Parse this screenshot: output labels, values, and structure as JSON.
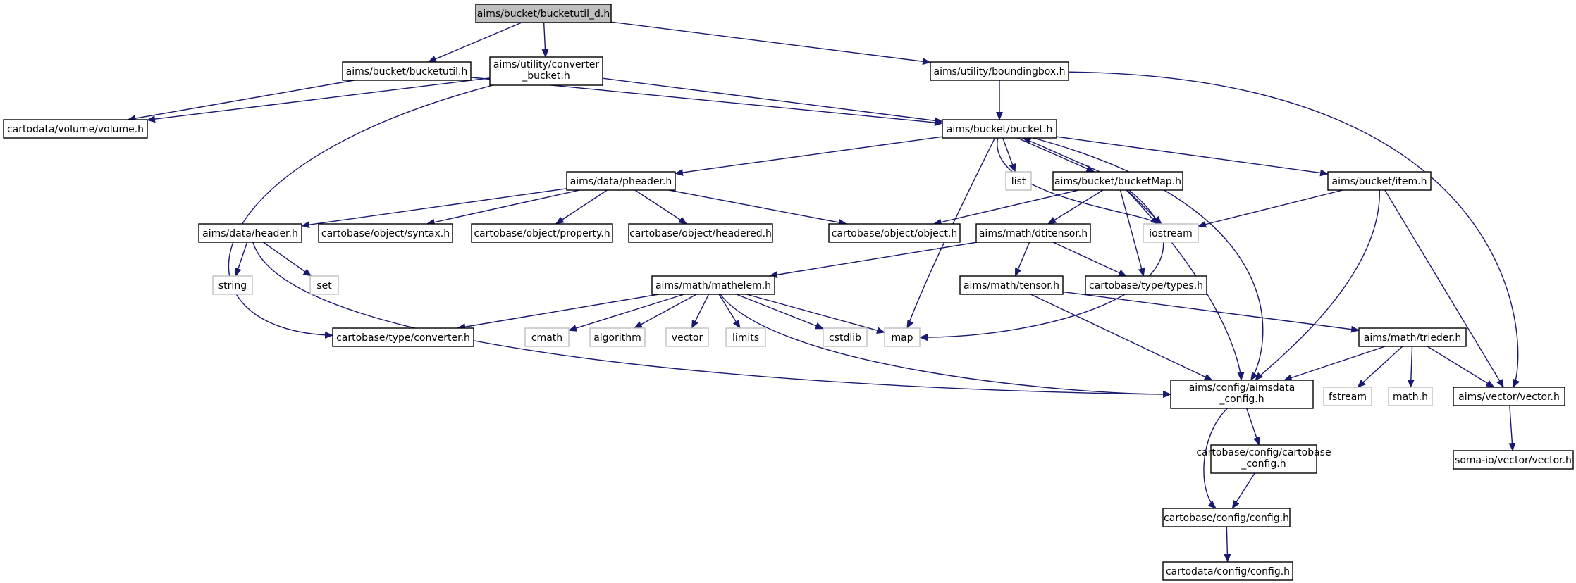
{
  "colors": {
    "edge": "#191970",
    "node_border": "#000000",
    "system_border": "#bfbfbf",
    "root_fill": "#bfbfbf",
    "node_fill": "#ffffff"
  },
  "nodes": [
    {
      "id": "root",
      "lines": [
        "aims/bucket/bucketutil_d.h"
      ],
      "kind": "root"
    },
    {
      "id": "bucketutil",
      "lines": [
        "aims/bucket/bucketutil.h"
      ],
      "kind": "file"
    },
    {
      "id": "converter_bucket",
      "lines": [
        "aims/utility/converter",
        "_bucket.h"
      ],
      "kind": "file"
    },
    {
      "id": "boundingbox",
      "lines": [
        "aims/utility/boundingbox.h"
      ],
      "kind": "file"
    },
    {
      "id": "volume",
      "lines": [
        "cartodata/volume/volume.h"
      ],
      "kind": "file"
    },
    {
      "id": "bucket",
      "lines": [
        "aims/bucket/bucket.h"
      ],
      "kind": "file"
    },
    {
      "id": "pheader",
      "lines": [
        "aims/data/pheader.h"
      ],
      "kind": "file"
    },
    {
      "id": "list",
      "lines": [
        "list"
      ],
      "kind": "system"
    },
    {
      "id": "bucketMap",
      "lines": [
        "aims/bucket/bucketMap.h"
      ],
      "kind": "file"
    },
    {
      "id": "item",
      "lines": [
        "aims/bucket/item.h"
      ],
      "kind": "file"
    },
    {
      "id": "header",
      "lines": [
        "aims/data/header.h"
      ],
      "kind": "file"
    },
    {
      "id": "syntax",
      "lines": [
        "cartobase/object/syntax.h"
      ],
      "kind": "file"
    },
    {
      "id": "property",
      "lines": [
        "cartobase/object/property.h"
      ],
      "kind": "file"
    },
    {
      "id": "headered",
      "lines": [
        "cartobase/object/headered.h"
      ],
      "kind": "file"
    },
    {
      "id": "object",
      "lines": [
        "cartobase/object/object.h"
      ],
      "kind": "file"
    },
    {
      "id": "dtitensor",
      "lines": [
        "aims/math/dtitensor.h"
      ],
      "kind": "file"
    },
    {
      "id": "iostream",
      "lines": [
        "iostream"
      ],
      "kind": "system"
    },
    {
      "id": "string",
      "lines": [
        "string"
      ],
      "kind": "system"
    },
    {
      "id": "set",
      "lines": [
        "set"
      ],
      "kind": "system"
    },
    {
      "id": "mathelem",
      "lines": [
        "aims/math/mathelem.h"
      ],
      "kind": "file"
    },
    {
      "id": "tensor",
      "lines": [
        "aims/math/tensor.h"
      ],
      "kind": "file"
    },
    {
      "id": "types",
      "lines": [
        "cartobase/type/types.h"
      ],
      "kind": "file"
    },
    {
      "id": "converter",
      "lines": [
        "cartobase/type/converter.h"
      ],
      "kind": "file"
    },
    {
      "id": "cmath",
      "lines": [
        "cmath"
      ],
      "kind": "system"
    },
    {
      "id": "algorithm",
      "lines": [
        "algorithm"
      ],
      "kind": "system"
    },
    {
      "id": "vector",
      "lines": [
        "vector"
      ],
      "kind": "system"
    },
    {
      "id": "limits",
      "lines": [
        "limits"
      ],
      "kind": "system"
    },
    {
      "id": "cstdlib",
      "lines": [
        "cstdlib"
      ],
      "kind": "system"
    },
    {
      "id": "map",
      "lines": [
        "map"
      ],
      "kind": "system"
    },
    {
      "id": "trieder",
      "lines": [
        "aims/math/trieder.h"
      ],
      "kind": "file"
    },
    {
      "id": "aimsdata_config",
      "lines": [
        "aims/config/aimsdata",
        "_config.h"
      ],
      "kind": "file"
    },
    {
      "id": "fstream",
      "lines": [
        "fstream"
      ],
      "kind": "system"
    },
    {
      "id": "math",
      "lines": [
        "math.h"
      ],
      "kind": "system"
    },
    {
      "id": "aimsvector",
      "lines": [
        "aims/vector/vector.h"
      ],
      "kind": "file"
    },
    {
      "id": "cartobase_config",
      "lines": [
        "cartobase/config/cartobase",
        "_config.h"
      ],
      "kind": "file"
    },
    {
      "id": "somaio_vector",
      "lines": [
        "soma-io/vector/vector.h"
      ],
      "kind": "file"
    },
    {
      "id": "cb_config",
      "lines": [
        "cartobase/config/config.h"
      ],
      "kind": "file"
    },
    {
      "id": "cd_config",
      "lines": [
        "cartodata/config/config.h"
      ],
      "kind": "file"
    }
  ],
  "edges": [
    [
      "root",
      "bucketutil"
    ],
    [
      "root",
      "converter_bucket"
    ],
    [
      "root",
      "boundingbox"
    ],
    [
      "bucketutil",
      "volume"
    ],
    [
      "bucketutil",
      "bucket"
    ],
    [
      "converter_bucket",
      "volume"
    ],
    [
      "converter_bucket",
      "bucket"
    ],
    [
      "converter_bucket",
      "converter"
    ],
    [
      "boundingbox",
      "bucket"
    ],
    [
      "boundingbox",
      "aimsvector"
    ],
    [
      "bucket",
      "pheader"
    ],
    [
      "bucket",
      "list"
    ],
    [
      "bucket",
      "bucketMap"
    ],
    [
      "bucket",
      "item"
    ],
    [
      "bucket",
      "iostream"
    ],
    [
      "bucket",
      "map"
    ],
    [
      "bucket",
      "aimsdata_config"
    ],
    [
      "bucketMap",
      "bucket"
    ],
    [
      "bucketMap",
      "object"
    ],
    [
      "bucketMap",
      "dtitensor"
    ],
    [
      "bucketMap",
      "iostream"
    ],
    [
      "bucketMap",
      "types"
    ],
    [
      "bucketMap",
      "map"
    ],
    [
      "bucketMap",
      "aimsdata_config"
    ],
    [
      "item",
      "iostream"
    ],
    [
      "item",
      "aimsdata_config"
    ],
    [
      "item",
      "aimsvector"
    ],
    [
      "pheader",
      "header"
    ],
    [
      "pheader",
      "syntax"
    ],
    [
      "pheader",
      "property"
    ],
    [
      "pheader",
      "headered"
    ],
    [
      "pheader",
      "object"
    ],
    [
      "header",
      "string"
    ],
    [
      "header",
      "set"
    ],
    [
      "header",
      "aimsdata_config"
    ],
    [
      "dtitensor",
      "mathelem"
    ],
    [
      "dtitensor",
      "tensor"
    ],
    [
      "dtitensor",
      "types"
    ],
    [
      "mathelem",
      "converter"
    ],
    [
      "mathelem",
      "cmath"
    ],
    [
      "mathelem",
      "algorithm"
    ],
    [
      "mathelem",
      "vector"
    ],
    [
      "mathelem",
      "limits"
    ],
    [
      "mathelem",
      "cstdlib"
    ],
    [
      "mathelem",
      "map"
    ],
    [
      "mathelem",
      "aimsdata_config"
    ],
    [
      "tensor",
      "trieder"
    ],
    [
      "tensor",
      "aimsdata_config"
    ],
    [
      "trieder",
      "aimsdata_config"
    ],
    [
      "trieder",
      "fstream"
    ],
    [
      "trieder",
      "math"
    ],
    [
      "trieder",
      "aimsvector"
    ],
    [
      "aimsdata_config",
      "cartobase_config"
    ],
    [
      "aimsdata_config",
      "cb_config"
    ],
    [
      "cartobase_config",
      "cb_config"
    ],
    [
      "aimsvector",
      "somaio_vector"
    ],
    [
      "cb_config",
      "cd_config"
    ]
  ]
}
